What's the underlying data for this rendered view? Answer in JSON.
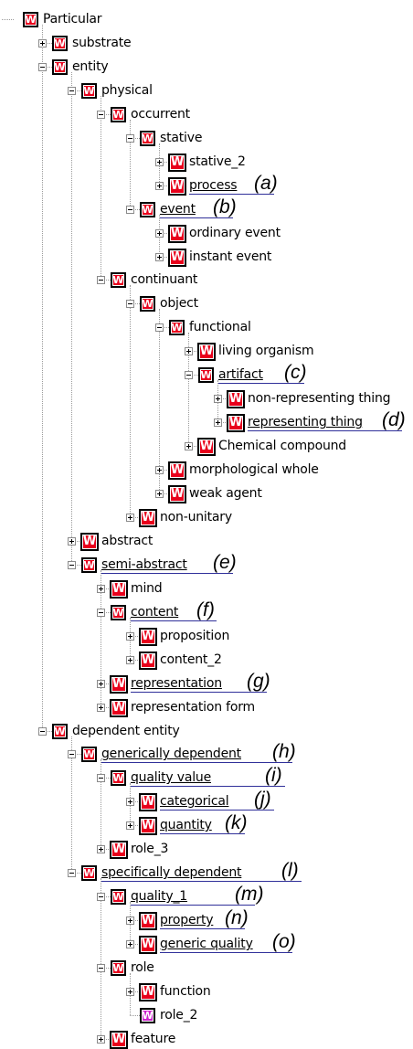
{
  "icon_glyph": "W",
  "colors": {
    "node_icon": "#e8001c",
    "leaf_icon": "#cc22cc",
    "annotation_line": "#30309a"
  },
  "nodes": [
    {
      "label": "Particular",
      "depth": 0,
      "toggle": null,
      "icon": "red",
      "underline": false,
      "ann": null
    },
    {
      "label": "substrate",
      "depth": 1,
      "toggle": "plus",
      "icon": "red",
      "underline": false,
      "ann": null
    },
    {
      "label": "entity",
      "depth": 1,
      "toggle": "minus",
      "icon": "red",
      "underline": false,
      "ann": null
    },
    {
      "label": "physical",
      "depth": 2,
      "toggle": "minus",
      "icon": "red",
      "underline": false,
      "ann": null
    },
    {
      "label": "occurrent",
      "depth": 3,
      "toggle": "minus",
      "icon": "red",
      "underline": false,
      "ann": null
    },
    {
      "label": "stative",
      "depth": 4,
      "toggle": "minus",
      "icon": "red",
      "underline": false,
      "ann": null
    },
    {
      "label": "stative_2",
      "depth": 5,
      "toggle": "plus",
      "icon": "red",
      "underline": false,
      "ann": null
    },
    {
      "label": "process",
      "depth": 5,
      "toggle": "plus",
      "icon": "red",
      "underline": true,
      "ann": "(a)"
    },
    {
      "label": "event",
      "depth": 4,
      "toggle": "minus",
      "icon": "red",
      "underline": true,
      "ann": "(b)"
    },
    {
      "label": "ordinary event",
      "depth": 5,
      "toggle": "plus",
      "icon": "red",
      "underline": false,
      "ann": null
    },
    {
      "label": "instant event",
      "depth": 5,
      "toggle": "plus",
      "icon": "red",
      "underline": false,
      "ann": null
    },
    {
      "label": "continuant",
      "depth": 3,
      "toggle": "minus",
      "icon": "red",
      "underline": false,
      "ann": null
    },
    {
      "label": "object",
      "depth": 4,
      "toggle": "minus",
      "icon": "red",
      "underline": false,
      "ann": null
    },
    {
      "label": "functional",
      "depth": 5,
      "toggle": "minus",
      "icon": "red",
      "underline": false,
      "ann": null
    },
    {
      "label": "living organism",
      "depth": 6,
      "toggle": "plus",
      "icon": "red",
      "underline": false,
      "ann": null
    },
    {
      "label": "artifact",
      "depth": 6,
      "toggle": "minus",
      "icon": "red",
      "underline": true,
      "ann": "(c)"
    },
    {
      "label": "non-representing thing",
      "depth": 7,
      "toggle": "plus",
      "icon": "red",
      "underline": false,
      "ann": null
    },
    {
      "label": "representing thing",
      "depth": 7,
      "toggle": "plus",
      "icon": "red",
      "underline": true,
      "ann": "(d)"
    },
    {
      "label": "Chemical compound",
      "depth": 6,
      "toggle": "plus",
      "icon": "red",
      "underline": false,
      "ann": null
    },
    {
      "label": "morphological whole",
      "depth": 5,
      "toggle": "plus",
      "icon": "red",
      "underline": false,
      "ann": null
    },
    {
      "label": "weak agent",
      "depth": 5,
      "toggle": "plus",
      "icon": "red",
      "underline": false,
      "ann": null
    },
    {
      "label": "non-unitary",
      "depth": 4,
      "toggle": "plus",
      "icon": "red",
      "underline": false,
      "ann": null
    },
    {
      "label": "abstract",
      "depth": 2,
      "toggle": "plus",
      "icon": "red",
      "underline": false,
      "ann": null
    },
    {
      "label": "semi-abstract",
      "depth": 2,
      "toggle": "minus",
      "icon": "red",
      "underline": true,
      "ann": "(e)"
    },
    {
      "label": "mind",
      "depth": 3,
      "toggle": "plus",
      "icon": "red",
      "underline": false,
      "ann": null
    },
    {
      "label": "content",
      "depth": 3,
      "toggle": "minus",
      "icon": "red",
      "underline": true,
      "ann": "(f)"
    },
    {
      "label": "proposition",
      "depth": 4,
      "toggle": "plus",
      "icon": "red",
      "underline": false,
      "ann": null
    },
    {
      "label": "content_2",
      "depth": 4,
      "toggle": "plus",
      "icon": "red",
      "underline": false,
      "ann": null
    },
    {
      "label": "representation",
      "depth": 3,
      "toggle": "plus",
      "icon": "red",
      "underline": true,
      "ann": "(g)"
    },
    {
      "label": "representation form",
      "depth": 3,
      "toggle": "plus",
      "icon": "red",
      "underline": false,
      "ann": null
    },
    {
      "label": "dependent entity",
      "depth": 1,
      "toggle": "minus",
      "icon": "red",
      "underline": false,
      "ann": null
    },
    {
      "label": "generically dependent",
      "depth": 2,
      "toggle": "minus",
      "icon": "red",
      "underline": true,
      "ann": "(h)"
    },
    {
      "label": "quality value",
      "depth": 3,
      "toggle": "minus",
      "icon": "red",
      "underline": true,
      "ann": "(i)"
    },
    {
      "label": "categorical",
      "depth": 4,
      "toggle": "plus",
      "icon": "red",
      "underline": true,
      "ann": "(j)"
    },
    {
      "label": "quantity",
      "depth": 4,
      "toggle": "plus",
      "icon": "red",
      "underline": true,
      "ann": "(k)"
    },
    {
      "label": "role_3",
      "depth": 3,
      "toggle": "plus",
      "icon": "red",
      "underline": false,
      "ann": null
    },
    {
      "label": "specifically dependent",
      "depth": 2,
      "toggle": "minus",
      "icon": "red",
      "underline": true,
      "ann": "(l)"
    },
    {
      "label": "quality_1",
      "depth": 3,
      "toggle": "minus",
      "icon": "red",
      "underline": true,
      "ann": "(m)"
    },
    {
      "label": "property",
      "depth": 4,
      "toggle": "plus",
      "icon": "red",
      "underline": true,
      "ann": "(n)"
    },
    {
      "label": "generic quality",
      "depth": 4,
      "toggle": "plus",
      "icon": "red",
      "underline": true,
      "ann": "(o)"
    },
    {
      "label": "role",
      "depth": 3,
      "toggle": "minus",
      "icon": "red",
      "underline": false,
      "ann": null
    },
    {
      "label": "function",
      "depth": 4,
      "toggle": "plus",
      "icon": "red",
      "underline": false,
      "ann": null
    },
    {
      "label": "role_2",
      "depth": 4,
      "toggle": null,
      "icon": "magenta",
      "underline": false,
      "ann": null
    },
    {
      "label": "feature",
      "depth": 3,
      "toggle": "plus",
      "icon": "red",
      "underline": false,
      "ann": null
    }
  ]
}
